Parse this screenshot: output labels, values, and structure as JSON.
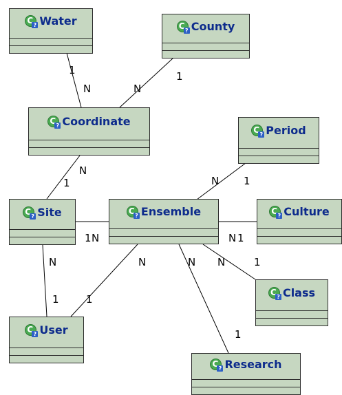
{
  "entities": [
    {
      "name": "Water"
    },
    {
      "name": "County"
    },
    {
      "name": "Coordinate"
    },
    {
      "name": "Period"
    },
    {
      "name": "Site"
    },
    {
      "name": "Ensemble"
    },
    {
      "name": "Culture"
    },
    {
      "name": "Class"
    },
    {
      "name": "User"
    },
    {
      "name": "Research"
    }
  ],
  "relationships": [
    {
      "from": "Water",
      "to": "Coordinate",
      "from_card": "1",
      "to_card": "N"
    },
    {
      "from": "County",
      "to": "Coordinate",
      "from_card": "1",
      "to_card": "N"
    },
    {
      "from": "Coordinate",
      "to": "Site",
      "from_card": "N",
      "to_card": "1"
    },
    {
      "from": "Period",
      "to": "Ensemble",
      "from_card": "1",
      "to_card": "N"
    },
    {
      "from": "Site",
      "to": "Ensemble",
      "from_card": "1",
      "to_card": "N"
    },
    {
      "from": "Ensemble",
      "to": "Culture",
      "from_card": "N",
      "to_card": "1"
    },
    {
      "from": "Ensemble",
      "to": "Class",
      "from_card": "N",
      "to_card": "1"
    },
    {
      "from": "Ensemble",
      "to": "Research",
      "from_card": "N",
      "to_card": "1"
    },
    {
      "from": "Ensemble",
      "to": "User",
      "from_card": "N",
      "to_card": "1"
    },
    {
      "from": "Site",
      "to": "User",
      "from_card": "N",
      "to_card": "1"
    }
  ],
  "entity_icon": "class-icon",
  "colors": {
    "entity_fill": "#c6d7c1",
    "entity_name": "#0d2b8c",
    "line": "#000000"
  }
}
